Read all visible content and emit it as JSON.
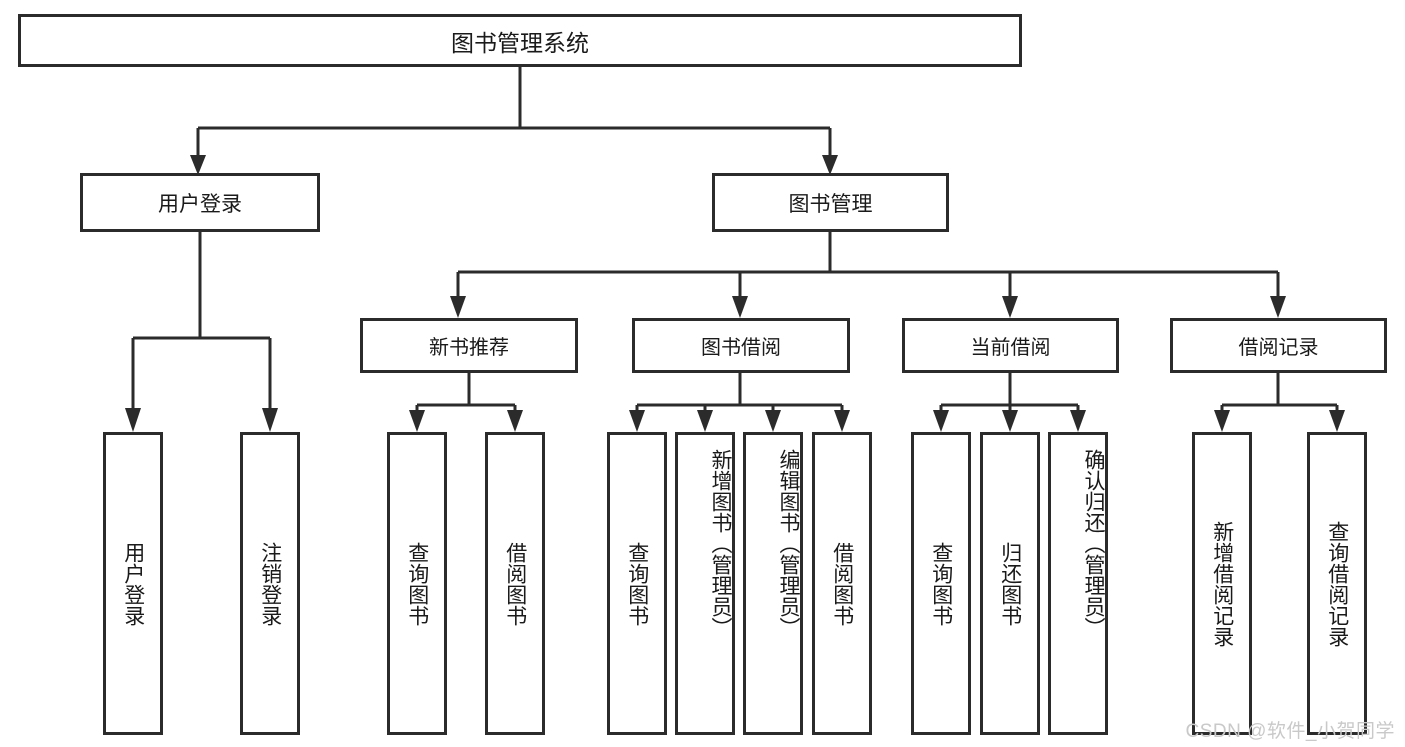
{
  "diagram": {
    "title": "图书管理系统",
    "type": "tree",
    "root": {
      "label": "图书管理系统"
    },
    "tier2": [
      {
        "label": "用户登录"
      },
      {
        "label": "图书管理"
      }
    ],
    "tier3": [
      {
        "label": "新书推荐"
      },
      {
        "label": "图书借阅"
      },
      {
        "label": "当前借阅"
      },
      {
        "label": "借阅记录"
      }
    ],
    "leaves": {
      "user_login": [
        {
          "label": "用户登录"
        },
        {
          "label": "注销登录"
        }
      ],
      "new_book_recommend": [
        {
          "label": "查询图书"
        },
        {
          "label": "借阅图书"
        }
      ],
      "book_borrow": [
        {
          "label": "查询图书"
        },
        {
          "label": "新增图书（管理员）"
        },
        {
          "label": "编辑图书（管理员）"
        },
        {
          "label": "借阅图书"
        }
      ],
      "current_borrow": [
        {
          "label": "查询图书"
        },
        {
          "label": "归还图书"
        },
        {
          "label": "确认归还（管理员）"
        }
      ],
      "borrow_record": [
        {
          "label": "新增借阅记录"
        },
        {
          "label": "查询借阅记录"
        }
      ]
    }
  },
  "watermark": {
    "text": "CSDN @软件_小贺同学"
  },
  "colors": {
    "border": "#2b2b2b",
    "background": "#ffffff",
    "text": "#1a1a1a",
    "watermark": "#c9c9c9"
  }
}
